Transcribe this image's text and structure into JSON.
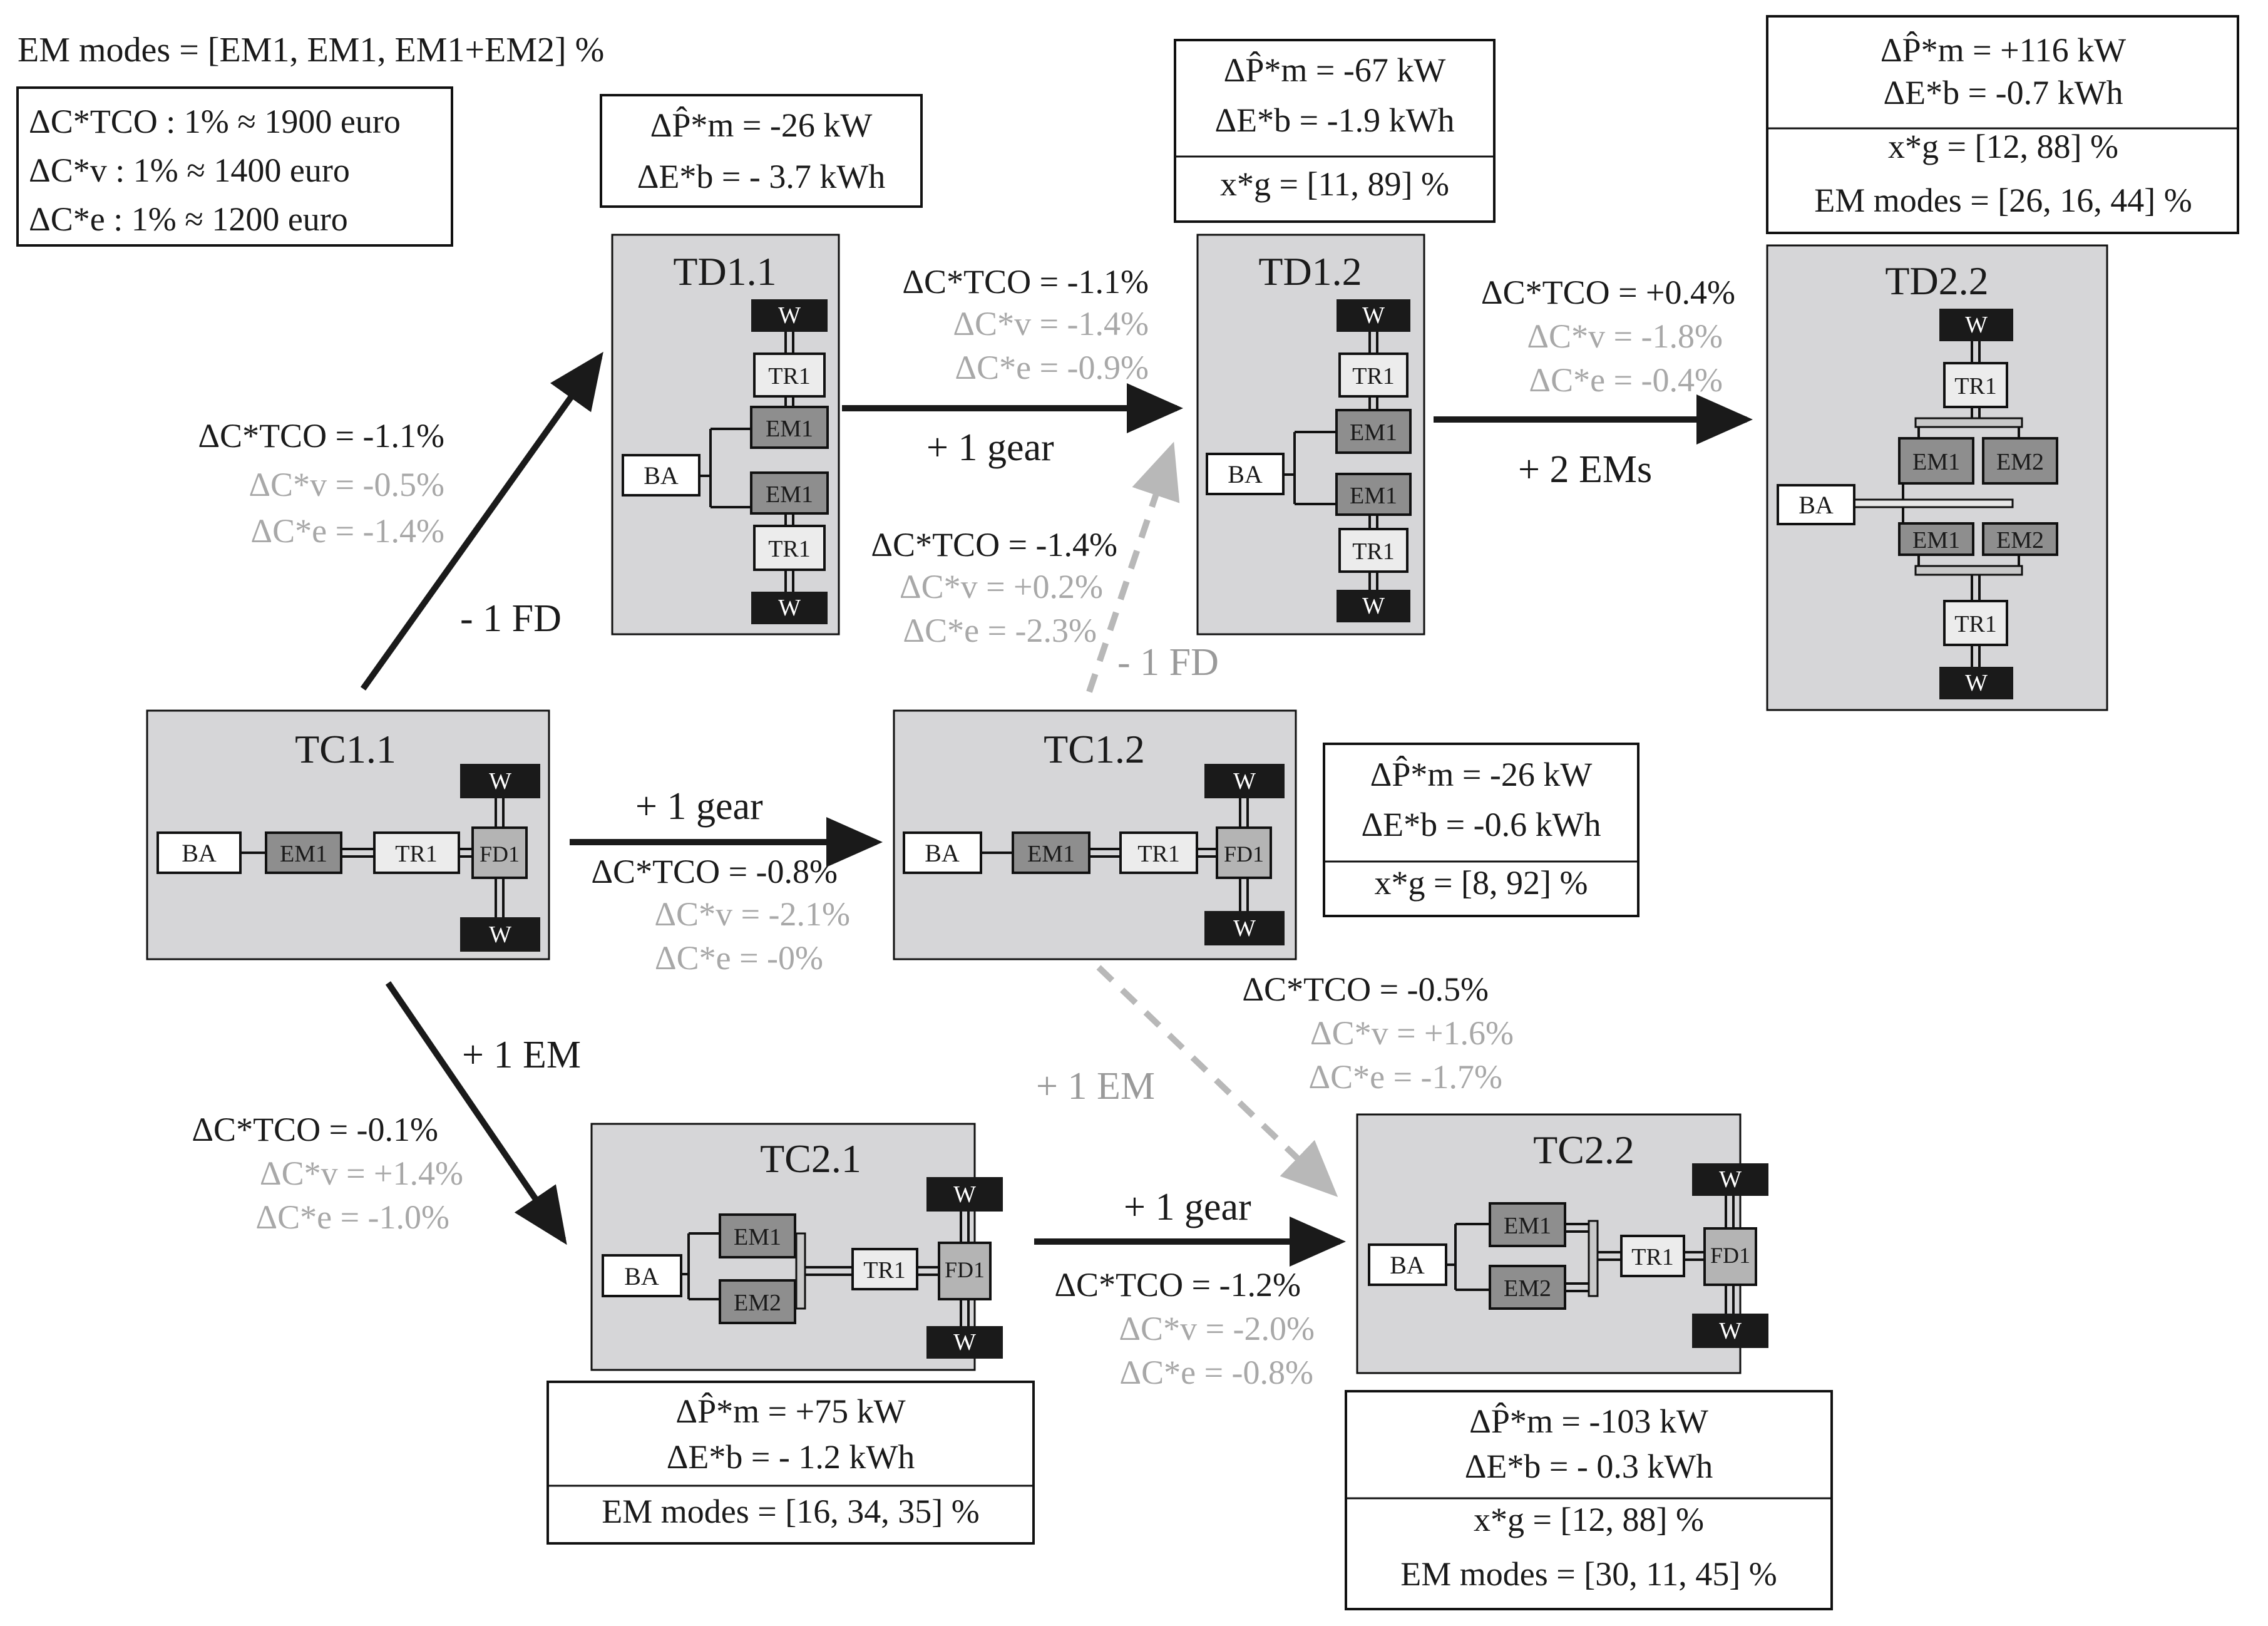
{
  "legend": {
    "em_modes": "EM modes = [EM1, EM1, EM1+EM2] %",
    "tco_line": "ΔC*TCO : 1% ≈ 1900 euro",
    "v_line": "ΔC*v : 1% ≈ 1400 euro",
    "e_line": "ΔC*e : 1% ≈ 1200 euro"
  },
  "topologies": {
    "c11": {
      "title": "TC1.1",
      "components": [
        "BA",
        "EM1",
        "TR1",
        "FD1",
        "W",
        "W"
      ]
    },
    "c12": {
      "title": "TC1.2",
      "components": [
        "BA",
        "EM1",
        "TR1",
        "FD1",
        "W",
        "W"
      ]
    },
    "d11": {
      "title": "TD1.1",
      "components": [
        "BA",
        "EM1",
        "EM1",
        "TR1",
        "TR1",
        "W",
        "W"
      ]
    },
    "d12": {
      "title": "TD1.2",
      "components": [
        "BA",
        "EM1",
        "EM1",
        "TR1",
        "TR1",
        "W",
        "W"
      ]
    },
    "d22": {
      "title": "TD2.2",
      "components": [
        "BA",
        "EM1",
        "EM2",
        "EM1",
        "EM2",
        "TR1",
        "TR1",
        "W",
        "W"
      ]
    },
    "c21": {
      "title": "TC2.1",
      "components": [
        "BA",
        "EM1",
        "EM2",
        "TR1",
        "FD1",
        "W",
        "W"
      ]
    },
    "c22": {
      "title": "TC2.2",
      "components": [
        "BA",
        "EM1",
        "EM2",
        "TR1",
        "FD1",
        "W",
        "W"
      ]
    }
  },
  "results": {
    "d11": {
      "pm": "ΔP̂*m = -26 kW",
      "eb": "ΔE*b = - 3.7 kWh"
    },
    "d12": {
      "pm": "ΔP̂*m = -67 kW",
      "eb": "ΔE*b = -1.9 kWh",
      "xg": "x*g = [11, 89] %"
    },
    "d22": {
      "pm": "ΔP̂*m = +116 kW",
      "eb": "ΔE*b = -0.7 kWh",
      "xg": "x*g = [12, 88] %",
      "modes": "EM modes = [26, 16, 44] %"
    },
    "c12": {
      "pm": "ΔP̂*m = -26 kW",
      "eb": "ΔE*b = -0.6 kWh",
      "xg": "x*g = [8, 92] %"
    },
    "c21": {
      "pm": "ΔP̂*m = +75 kW",
      "eb": "ΔE*b = - 1.2 kWh",
      "modes": "EM modes = [16, 34, 35] %"
    },
    "c22": {
      "pm": "ΔP̂*m = -103 kW",
      "eb": "ΔE*b = - 0.3 kWh",
      "xg": "x*g = [12, 88] %",
      "modes": "EM modes = [30, 11, 45] %"
    }
  },
  "transitions": {
    "c11_d11": {
      "label": "- 1 FD",
      "tco": "ΔC*TCO = -1.1%",
      "v": "ΔC*v = -0.5%",
      "e": "ΔC*e = -1.4%"
    },
    "d11_d12": {
      "label": "+ 1 gear",
      "tco": "ΔC*TCO = -1.1%",
      "v": "ΔC*v = -1.4%",
      "e": "ΔC*e = -0.9%"
    },
    "c12_d12": {
      "label": "- 1 FD",
      "tco": "ΔC*TCO = -1.4%",
      "v": "ΔC*v = +0.2%",
      "e": "ΔC*e = -2.3%"
    },
    "d12_d22": {
      "label": "+ 2 EMs",
      "tco": "ΔC*TCO = +0.4%",
      "v": "ΔC*v = -1.8%",
      "e": "ΔC*e = -0.4%"
    },
    "c11_c12": {
      "label": "+ 1 gear",
      "tco": "ΔC*TCO = -0.8%",
      "v": "ΔC*v = -2.1%",
      "e": "ΔC*e = -0%"
    },
    "c11_c21": {
      "label": "+ 1 EM",
      "tco": "ΔC*TCO = -0.1%",
      "v": "ΔC*v = +1.4%",
      "e": "ΔC*e = -1.0%"
    },
    "c12_c22": {
      "label": "+ 1 EM",
      "tco": "ΔC*TCO = -0.5%",
      "v": "ΔC*v = +1.6%",
      "e": "ΔC*e = -1.7%"
    },
    "c21_c22": {
      "label": "+ 1 gear",
      "tco": "ΔC*TCO = -1.2%",
      "v": "ΔC*v = -2.0%",
      "e": "ΔC*e = -0.8%"
    }
  },
  "colors": {
    "panel": "#d6d6d8",
    "em": "#8e8e8e",
    "wheel": "#1a1a1a",
    "arrow": "#1a1a1a",
    "dashed_arrow": "#b8b8b8",
    "secondary_text": "#a8a8a8"
  }
}
